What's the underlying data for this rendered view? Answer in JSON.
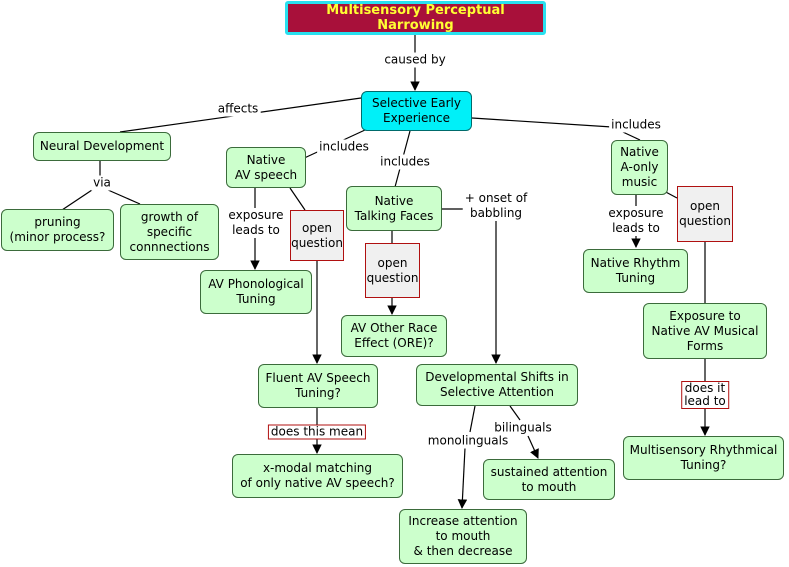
{
  "title": "Multisensory Perceptual Narrowing",
  "concepts": {
    "selective_early_experience": "Selective Early\nExperience",
    "neural_development": "Neural Development",
    "native_av_speech": "Native\nAV speech",
    "native_talking_faces": "Native\nTalking Faces",
    "native_a_only_music": "Native\nA-only\nmusic",
    "pruning": "pruning\n(minor process?",
    "growth": "growth of\nspecific\nconnnections",
    "av_phonological_tuning": "AV Phonological\nTuning",
    "av_other_race_effect": "AV Other Race\nEffect (ORE)?",
    "fluent_av_speech_tuning": "Fluent AV Speech\nTuning?",
    "developmental_shifts": "Developmental Shifts in\nSelective Attention",
    "x_modal_matching": "x-modal matching\nof only native AV speech?",
    "sustained_attention": "sustained attention\nto mouth",
    "increase_attention": "Increase attention\nto mouth\n& then decrease",
    "native_rhythm_tuning": "Native Rhythm\nTuning",
    "exposure_musical_forms": "Exposure to\nNative AV Musical\nForms",
    "multisensory_rhythmical_tuning": "Multisensory Rhythmical\nTuning?",
    "open_question": "open\nquestion"
  },
  "linking_phrases": {
    "caused_by": "caused by",
    "affects": "affects",
    "includes": "includes",
    "via": "via",
    "exposure_leads_to": "exposure\nleads to",
    "onset_of_babbling": "+ onset of\nbabbling",
    "does_this_mean": "does this mean",
    "monolinguals": "monolinguals",
    "bilinguals": "bilinguals",
    "does_it_lead_to": "does it\nlead to"
  },
  "colors": {
    "concept_fill": "#ccffcc",
    "root_fill": "#00f0f8",
    "title_fill": "#a8103a",
    "title_text": "#ffff33",
    "question_border": "#b01010"
  }
}
